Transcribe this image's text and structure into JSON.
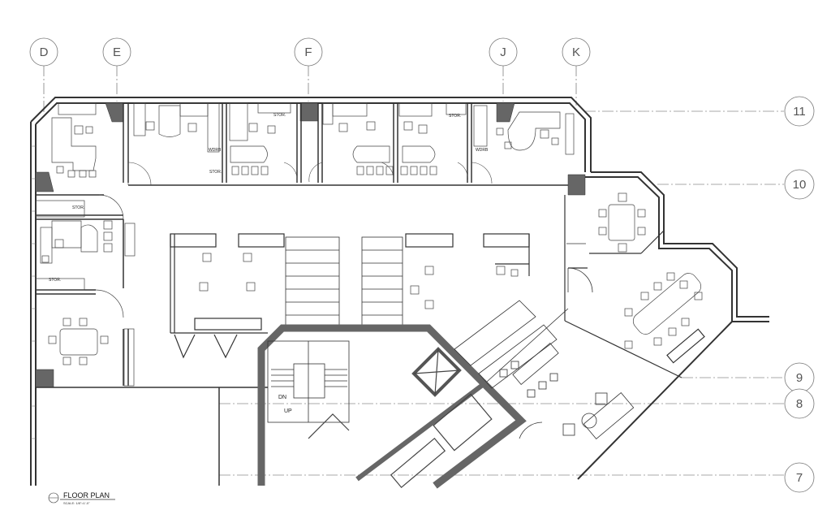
{
  "grid": {
    "columns": [
      "D",
      "E",
      "F",
      "J",
      "K"
    ],
    "rows": [
      "11",
      "10",
      "9",
      "8",
      "7"
    ]
  },
  "labels": {
    "stor": "STOR.",
    "wdrb": "WDRB",
    "dn": "DN",
    "up": "UP"
  },
  "title": {
    "name": "FLOOR PLAN",
    "scale": "SCALE: 1/8\"=1'-0\""
  }
}
